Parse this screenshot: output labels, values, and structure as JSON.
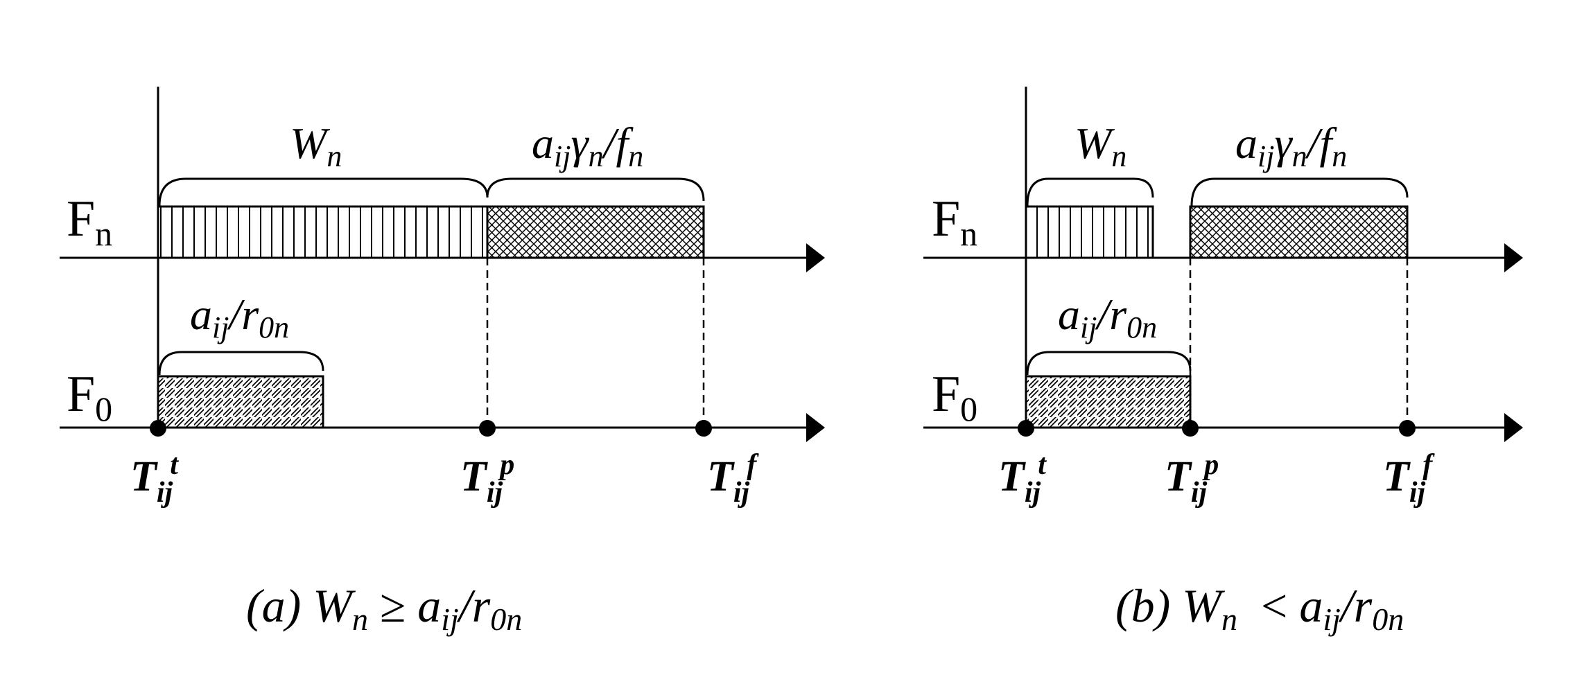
{
  "panels": [
    {
      "id": "a",
      "row_top_label": {
        "main": "F",
        "sub": "n"
      },
      "row_bottom_label": {
        "main": "F",
        "sub": "0"
      },
      "brace_wait": {
        "main": "W",
        "sub": "n"
      },
      "brace_compute": {
        "a": "a",
        "a_sub": "ij",
        "gamma": "γ",
        "gamma_sub": "n",
        "slash": "/",
        "f": "f",
        "f_sub": "n"
      },
      "brace_transfer": {
        "a": "a",
        "a_sub": "ij",
        "slash": "/",
        "r": "r",
        "r_sub": "0n"
      },
      "times": [
        {
          "main": "T",
          "sub": "ij",
          "sup": "t"
        },
        {
          "main": "T",
          "sub": "ij",
          "sup": "p"
        },
        {
          "main": "T",
          "sub": "ij",
          "sup": "f"
        }
      ],
      "caption": {
        "open": "(a) ",
        "w": "W",
        "w_sub": "n",
        "op": " ≥ ",
        "a": "a",
        "a_sub": "ij",
        "slash": "/",
        "r": "r",
        "r_sub": "0n"
      }
    },
    {
      "id": "b",
      "row_top_label": {
        "main": "F",
        "sub": "n"
      },
      "row_bottom_label": {
        "main": "F",
        "sub": "0"
      },
      "brace_wait": {
        "main": "W",
        "sub": "n"
      },
      "brace_compute": {
        "a": "a",
        "a_sub": "ij",
        "gamma": "γ",
        "gamma_sub": "n",
        "slash": "/",
        "f": "f",
        "f_sub": "n"
      },
      "brace_transfer": {
        "a": "a",
        "a_sub": "ij",
        "slash": "/",
        "r": "r",
        "r_sub": "0n"
      },
      "times": [
        {
          "main": "T",
          "sub": "ij",
          "sup": "t"
        },
        {
          "main": "T",
          "sub": "ij",
          "sup": "p"
        },
        {
          "main": "T",
          "sub": "ij",
          "sup": "f"
        }
      ],
      "caption": {
        "open": "(b) ",
        "w": "W",
        "w_sub": "n",
        "op": "  < ",
        "a": "a",
        "a_sub": "ij",
        "slash": "/",
        "r": "r",
        "r_sub": "0n"
      }
    }
  ]
}
